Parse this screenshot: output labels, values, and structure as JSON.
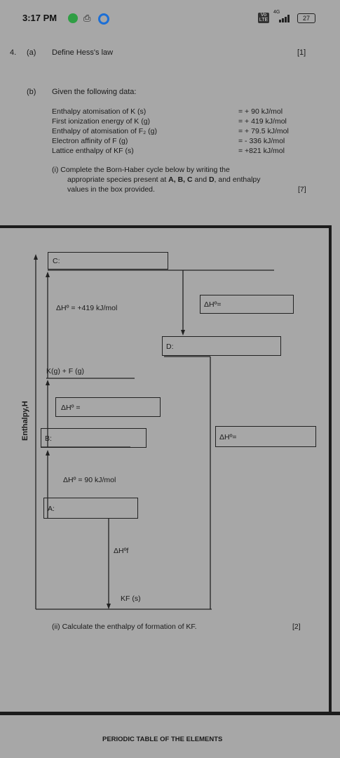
{
  "status_bar": {
    "time": "3:17 PM",
    "network": "4G",
    "battery": "27"
  },
  "question": {
    "number": "4.",
    "part_a_label": "(a)",
    "part_a_text": "Define Hess's law",
    "part_a_marks": "[1]",
    "part_b_label": "(b)",
    "part_b_text": "Given the following data:",
    "data_rows": [
      {
        "label": "Enthalpy atomisation of K (s)",
        "value": "= + 90 kJ/mol"
      },
      {
        "label": "First ionization energy of K (g)",
        "value": "= + 419 kJ/mol"
      },
      {
        "label": "Enthalpy of atomisation of F₂ (g)",
        "value": "= + 79.5 kJ/mol"
      },
      {
        "label": "Electron affinity of F (g)",
        "value": "= - 336 kJ/mol"
      },
      {
        "label": "Lattice enthalpy of KF (s)",
        "value": "= +821 kJ/mol"
      }
    ],
    "sub_i_line1": "(i) Complete  the  Born-Haber  cycle  below  by  writing  the",
    "sub_i_line2_pre": "appropriate species present at ",
    "sub_i_line2_bold": "A, B, C",
    "sub_i_line2_mid": " and ",
    "sub_i_line2_bold2": "D",
    "sub_i_line2_post": ", and enthalpy",
    "sub_i_line3": "values in the box provided.",
    "sub_i_marks": "[7]"
  },
  "diagram": {
    "y_axis_label": "Enthalpy,H",
    "box_c": "C:",
    "box_d": "D:",
    "box_b": "B:",
    "box_a": "A:",
    "dh_419": "ΔHº = +419 kJ/mol",
    "dh_top_right": "ΔHº=",
    "kg_fg": "K(g) + F (g)",
    "dh_left_empty": "ΔHº =",
    "dh_right_mid": "ΔHº=",
    "dh_90": "ΔHº = 90 kJ/mol",
    "dh_f": "ΔHºf",
    "kf_s": "KF (s)"
  },
  "part_ii": {
    "text": "(ii) Calculate the enthalpy of formation of KF.",
    "marks": "[2]"
  },
  "footer": {
    "periodic_table": "PERIODIC TABLE OF THE ELEMENTS"
  }
}
